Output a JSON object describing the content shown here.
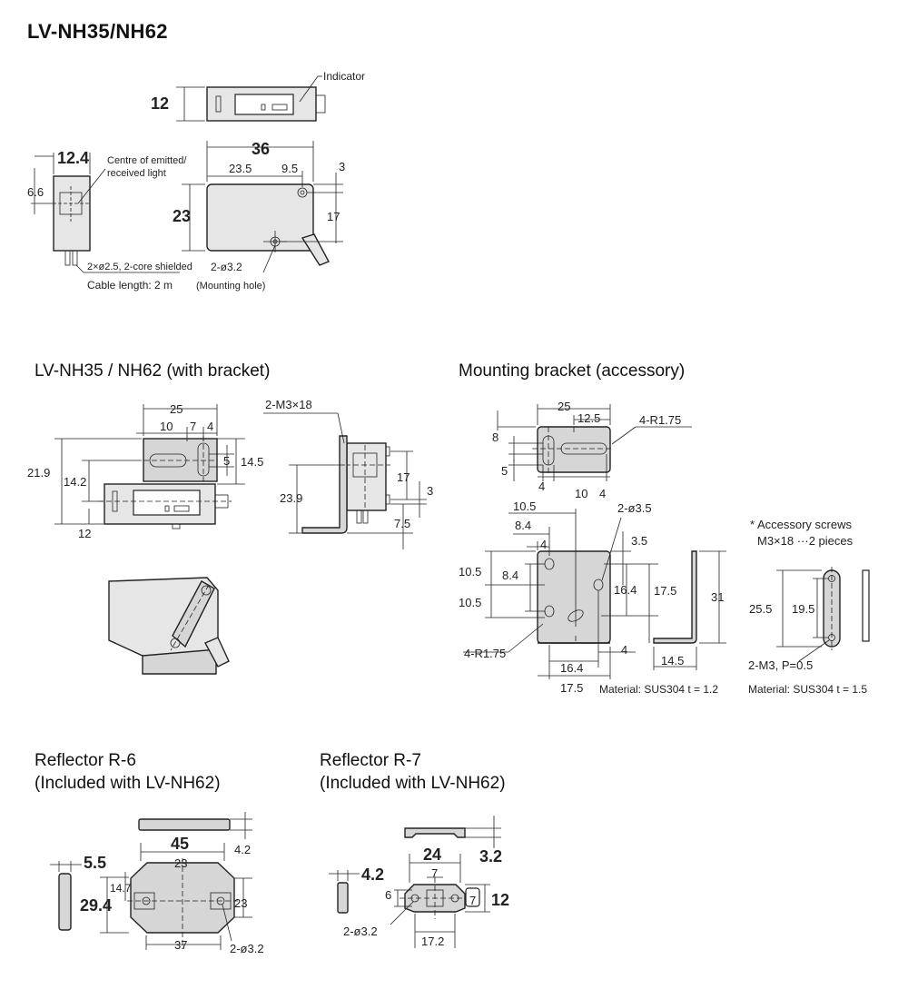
{
  "title": "LV-NH35/NH62",
  "sections": {
    "with_bracket": "LV-NH35 / NH62 (with bracket)",
    "bracket": "Mounting bracket (accessory)",
    "r6_line1": "Reflector R-6",
    "r6_line2": "(Included with LV-NH62)",
    "r7_line1": "Reflector R-7",
    "r7_line2": "(Included with LV-NH62)"
  },
  "sensor": {
    "indicator": "Indicator",
    "h12": "12",
    "w124": "12.4",
    "centre1": "Centre of emitted/",
    "centre2": "received light",
    "d66": "6.6",
    "w36": "36",
    "d235": "23.5",
    "d95": "9.5",
    "d3": "3",
    "h23": "23",
    "d17": "17",
    "cable_spec": "2×ø2.5, 2-core shielded",
    "cable_len": "Cable length: 2 m",
    "hole_spec": "2-ø3.2",
    "hole_note": "(Mounting hole)"
  },
  "with_bracket": {
    "d25": "25",
    "d10": "10",
    "d7": "7",
    "d4": "4",
    "d219": "21.9",
    "d145": "14.5",
    "d5": "5",
    "d142": "14.2",
    "d12": "12",
    "screw": "2-M3×18",
    "d239": "23.9",
    "d17": "17",
    "d3": "3",
    "d75": "7.5"
  },
  "bracket": {
    "d25": "25",
    "d125": "12.5",
    "r175a": "4-R1.75",
    "d8": "8",
    "d5": "5",
    "d4": "4",
    "d10": "10",
    "d4b": "4",
    "d105a": "10.5",
    "d84a": "8.4",
    "d4c": "4",
    "hole": "2-ø3.5",
    "d35": "3.5",
    "d105b": "10.5",
    "d84b": "8.4",
    "d105c": "10.5",
    "d164v": "16.4",
    "d175v": "17.5",
    "r175b": "4-R1.75",
    "d4d": "4",
    "d164h": "16.4",
    "d175h": "17.5",
    "d31": "31",
    "d145": "14.5",
    "material": "Material: SUS304  t = 1.2"
  },
  "screws": {
    "note1": "* Accessory screws",
    "note2": "M3×18 ···2 pieces",
    "d255": "25.5",
    "d195": "19.5",
    "spec": "2-M3, P=0.5",
    "material": "Material: SUS304  t = 1.5"
  },
  "r6": {
    "d42": "4.2",
    "d55": "5.5",
    "d45": "45",
    "d23a": "23",
    "d147": "14.7",
    "d294": "29.4",
    "d23b": "23",
    "d37": "37",
    "hole": "2-ø3.2"
  },
  "r7": {
    "d24": "24",
    "d32": "3.2",
    "d42": "4.2",
    "d7a": "7",
    "d6": "6",
    "d7b": "7",
    "d12": "12",
    "hole": "2-ø3.2",
    "d172": "17.2"
  }
}
